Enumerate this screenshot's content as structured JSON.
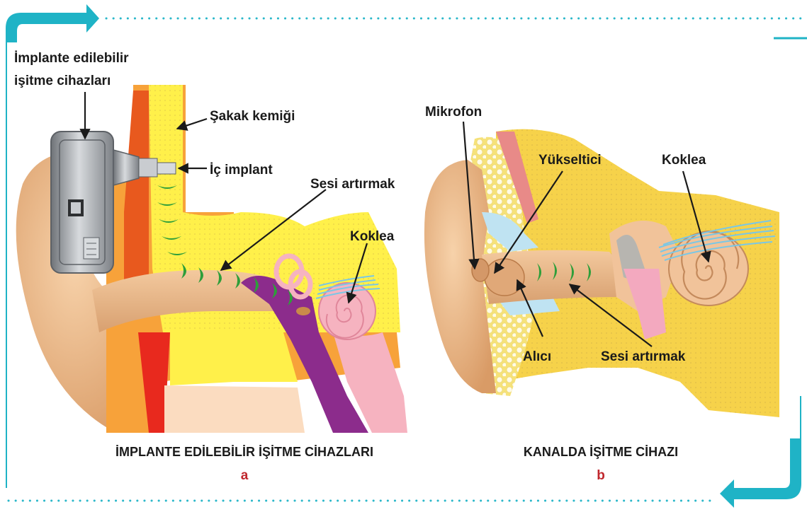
{
  "colors": {
    "frame_accent": "#1fb3c6",
    "dots": "#2ab7c9",
    "letter": "#c0272d",
    "bone": "#ffef3a",
    "skin": "#f2c08f",
    "cochlea": "#f6b3c0",
    "purple": "#8c2c8c",
    "waves": "#2e9e3a",
    "device": "#a9adb2"
  },
  "left_panel": {
    "labels": {
      "implant_title_line1": "İmplante edilebilir",
      "implant_title_line2": "işitme cihazları",
      "temporal_bone": "Şakak kemiği",
      "inner_implant": "İç implant",
      "amplify_sound": "Sesi artırmak",
      "cochlea": "Koklea"
    },
    "caption": "İMPLANTE EDİLEBİLİR İŞİTME CİHAZLARI",
    "letter": "a"
  },
  "right_panel": {
    "labels": {
      "microphone": "Mikrofon",
      "amplifier": "Yükseltici",
      "cochlea": "Koklea",
      "receiver": "Alıcı",
      "amplify_sound": "Sesi artırmak"
    },
    "caption": "KANALDA İŞİTME CİHAZI",
    "letter": "b"
  }
}
